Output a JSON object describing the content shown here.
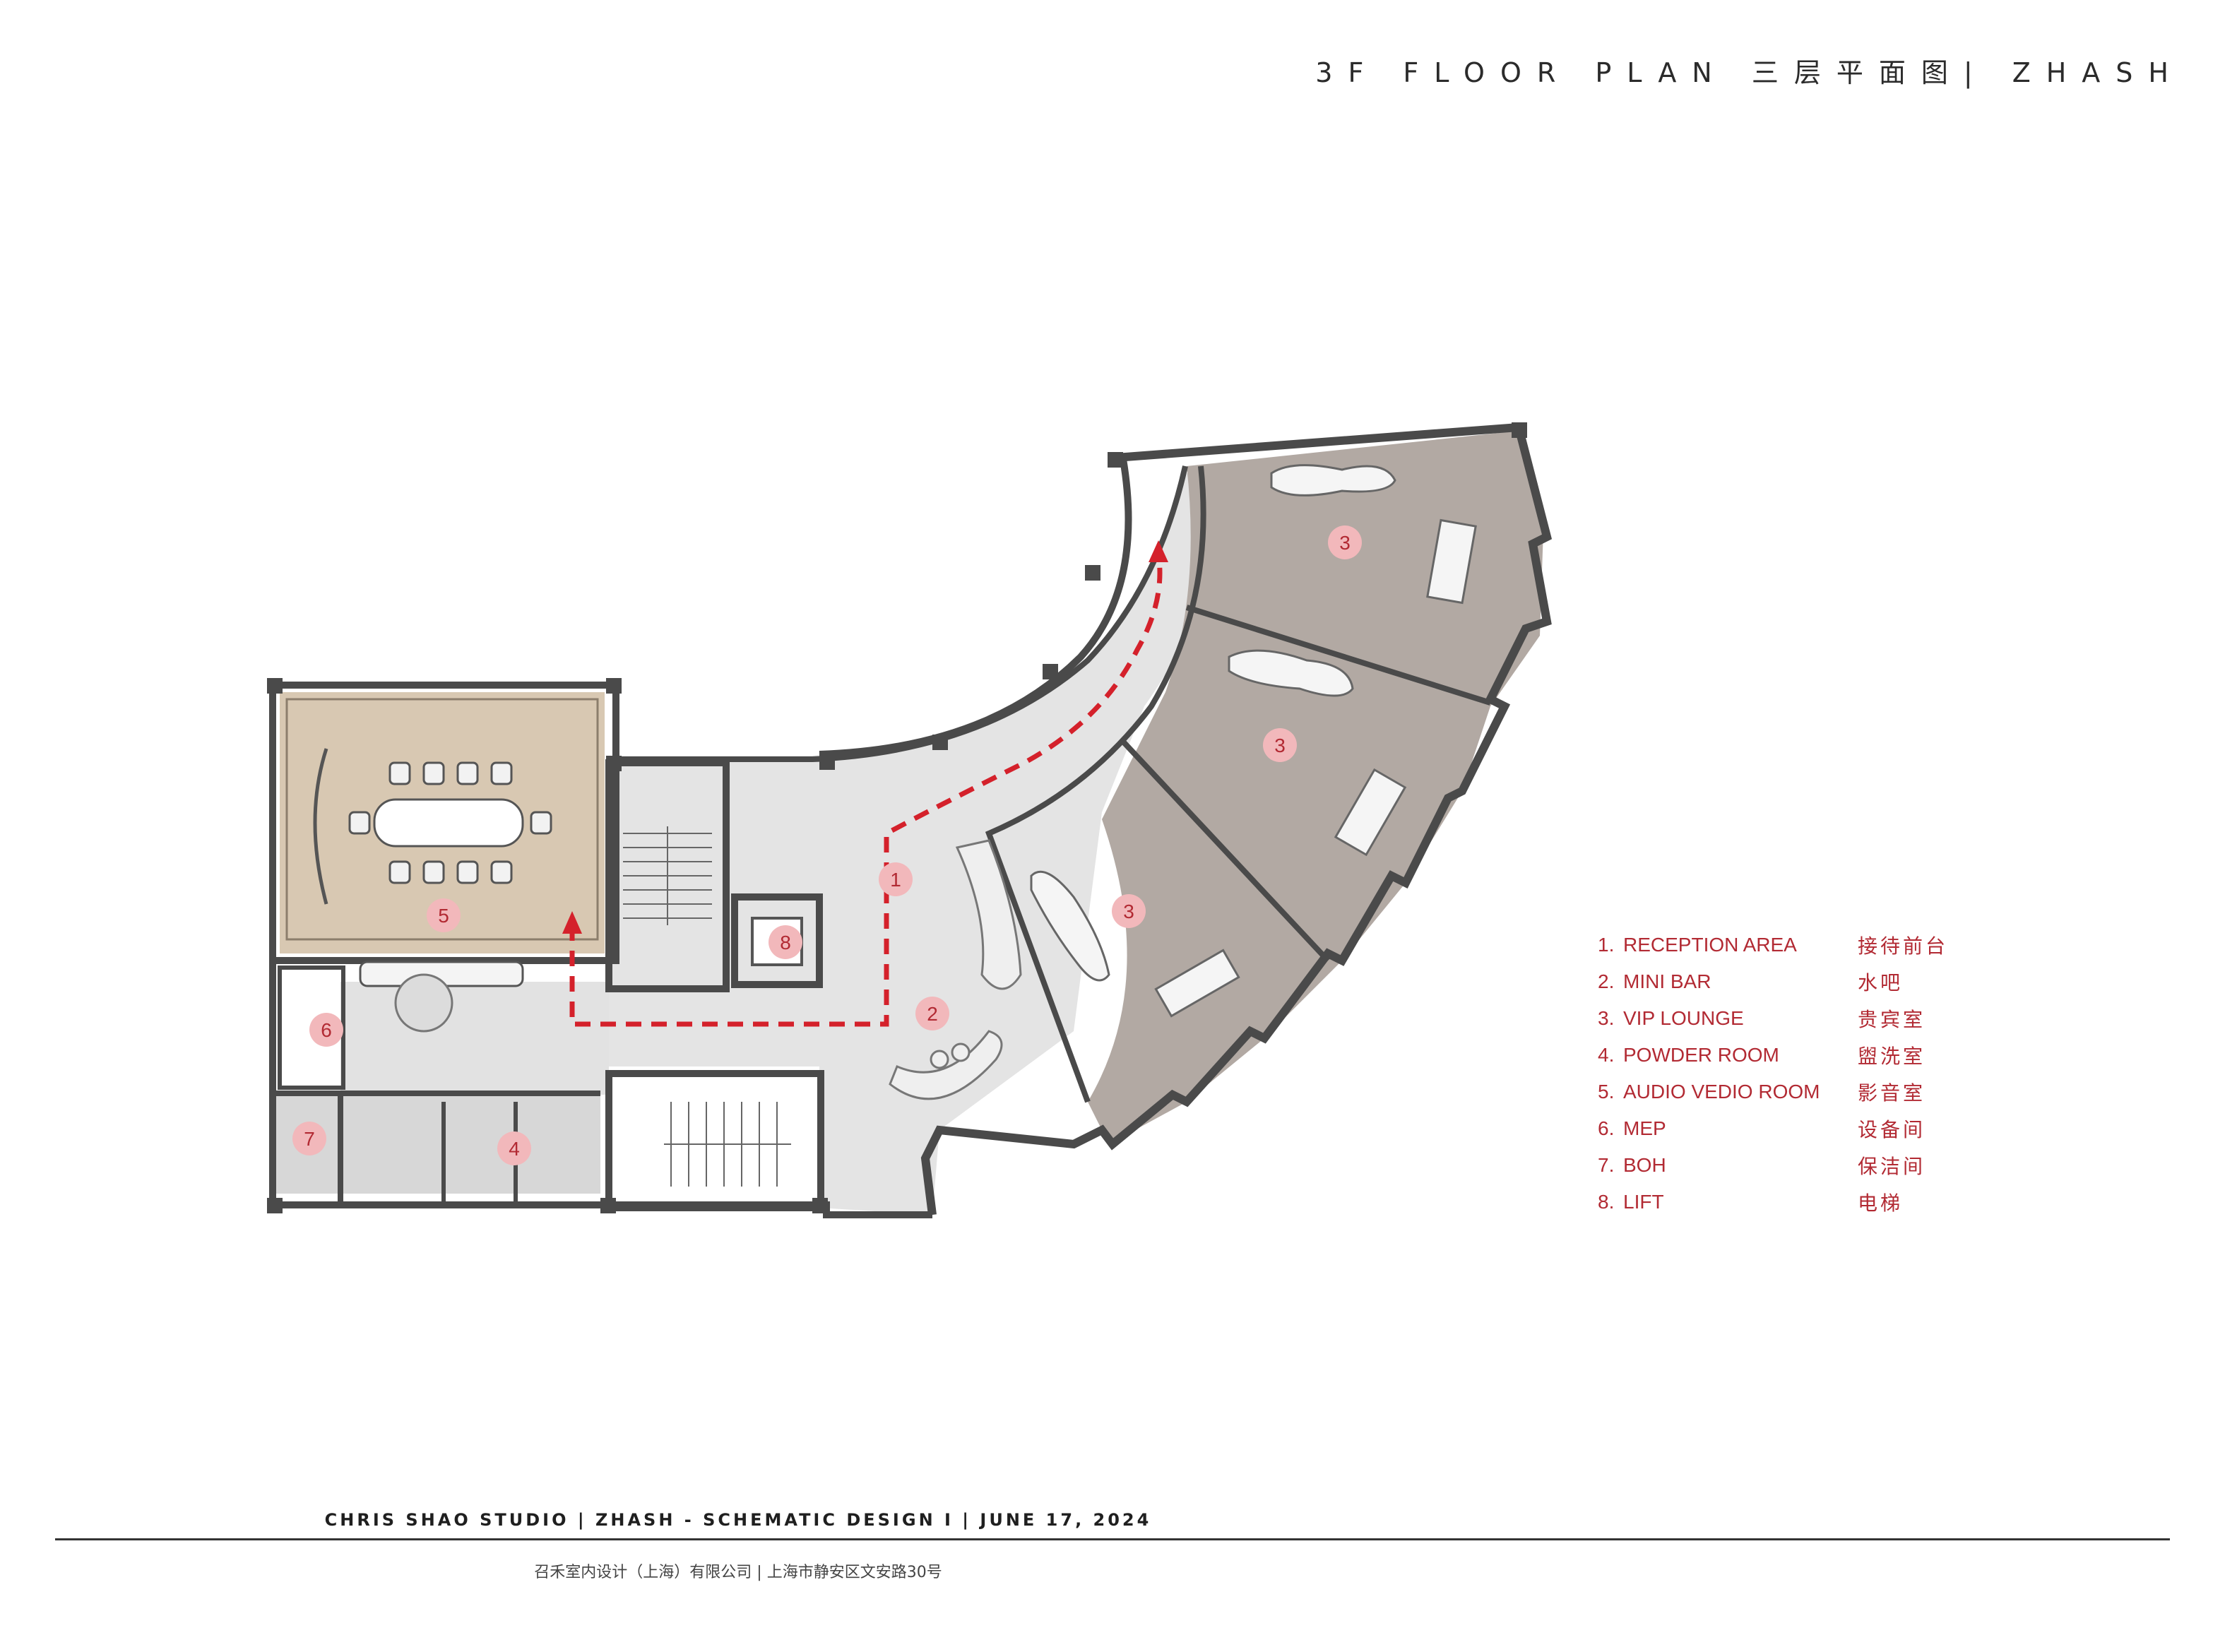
{
  "title": "3F FLOOR PLAN 三层平面图| ZHASH",
  "colors": {
    "accent": "#b22a33",
    "marker_fill": "#f2b8bb",
    "wood_vip": "#b2a9a3",
    "wood_audio": "#d8c8b2",
    "floor_light": "#e4e4e4",
    "wall": "#4a4a4a",
    "route": "#d4212b"
  },
  "legend": [
    {
      "num": "1.",
      "en": "RECEPTION AREA",
      "cn": "接待前台"
    },
    {
      "num": "2.",
      "en": "MINI BAR",
      "cn": "水吧"
    },
    {
      "num": "3.",
      "en": "VIP LOUNGE",
      "cn": "贵宾室"
    },
    {
      "num": "4.",
      "en": "POWDER ROOM",
      "cn": "盥洗室"
    },
    {
      "num": "5.",
      "en": "AUDIO VEDIO ROOM",
      "cn": "影音室"
    },
    {
      "num": "6.",
      "en": "MEP",
      "cn": "设备间"
    },
    {
      "num": "7.",
      "en": "BOH",
      "cn": "保洁间"
    },
    {
      "num": "8.",
      "en": "LIFT",
      "cn": "电梯"
    }
  ],
  "markers": {
    "reception": "1",
    "mini_bar": "2",
    "vip_a": "3",
    "vip_b": "3",
    "vip_c": "3",
    "powder": "4",
    "audio": "5",
    "mep": "6",
    "boh": "7",
    "lift": "8"
  },
  "footer": {
    "studio_line": "CHRIS SHAO STUDIO | ZHASH - SCHEMATIC DESIGN I | JUNE 17, 2024",
    "address_line": "召禾室内设计（上海）有限公司 | 上海市静安区文安路30号"
  }
}
